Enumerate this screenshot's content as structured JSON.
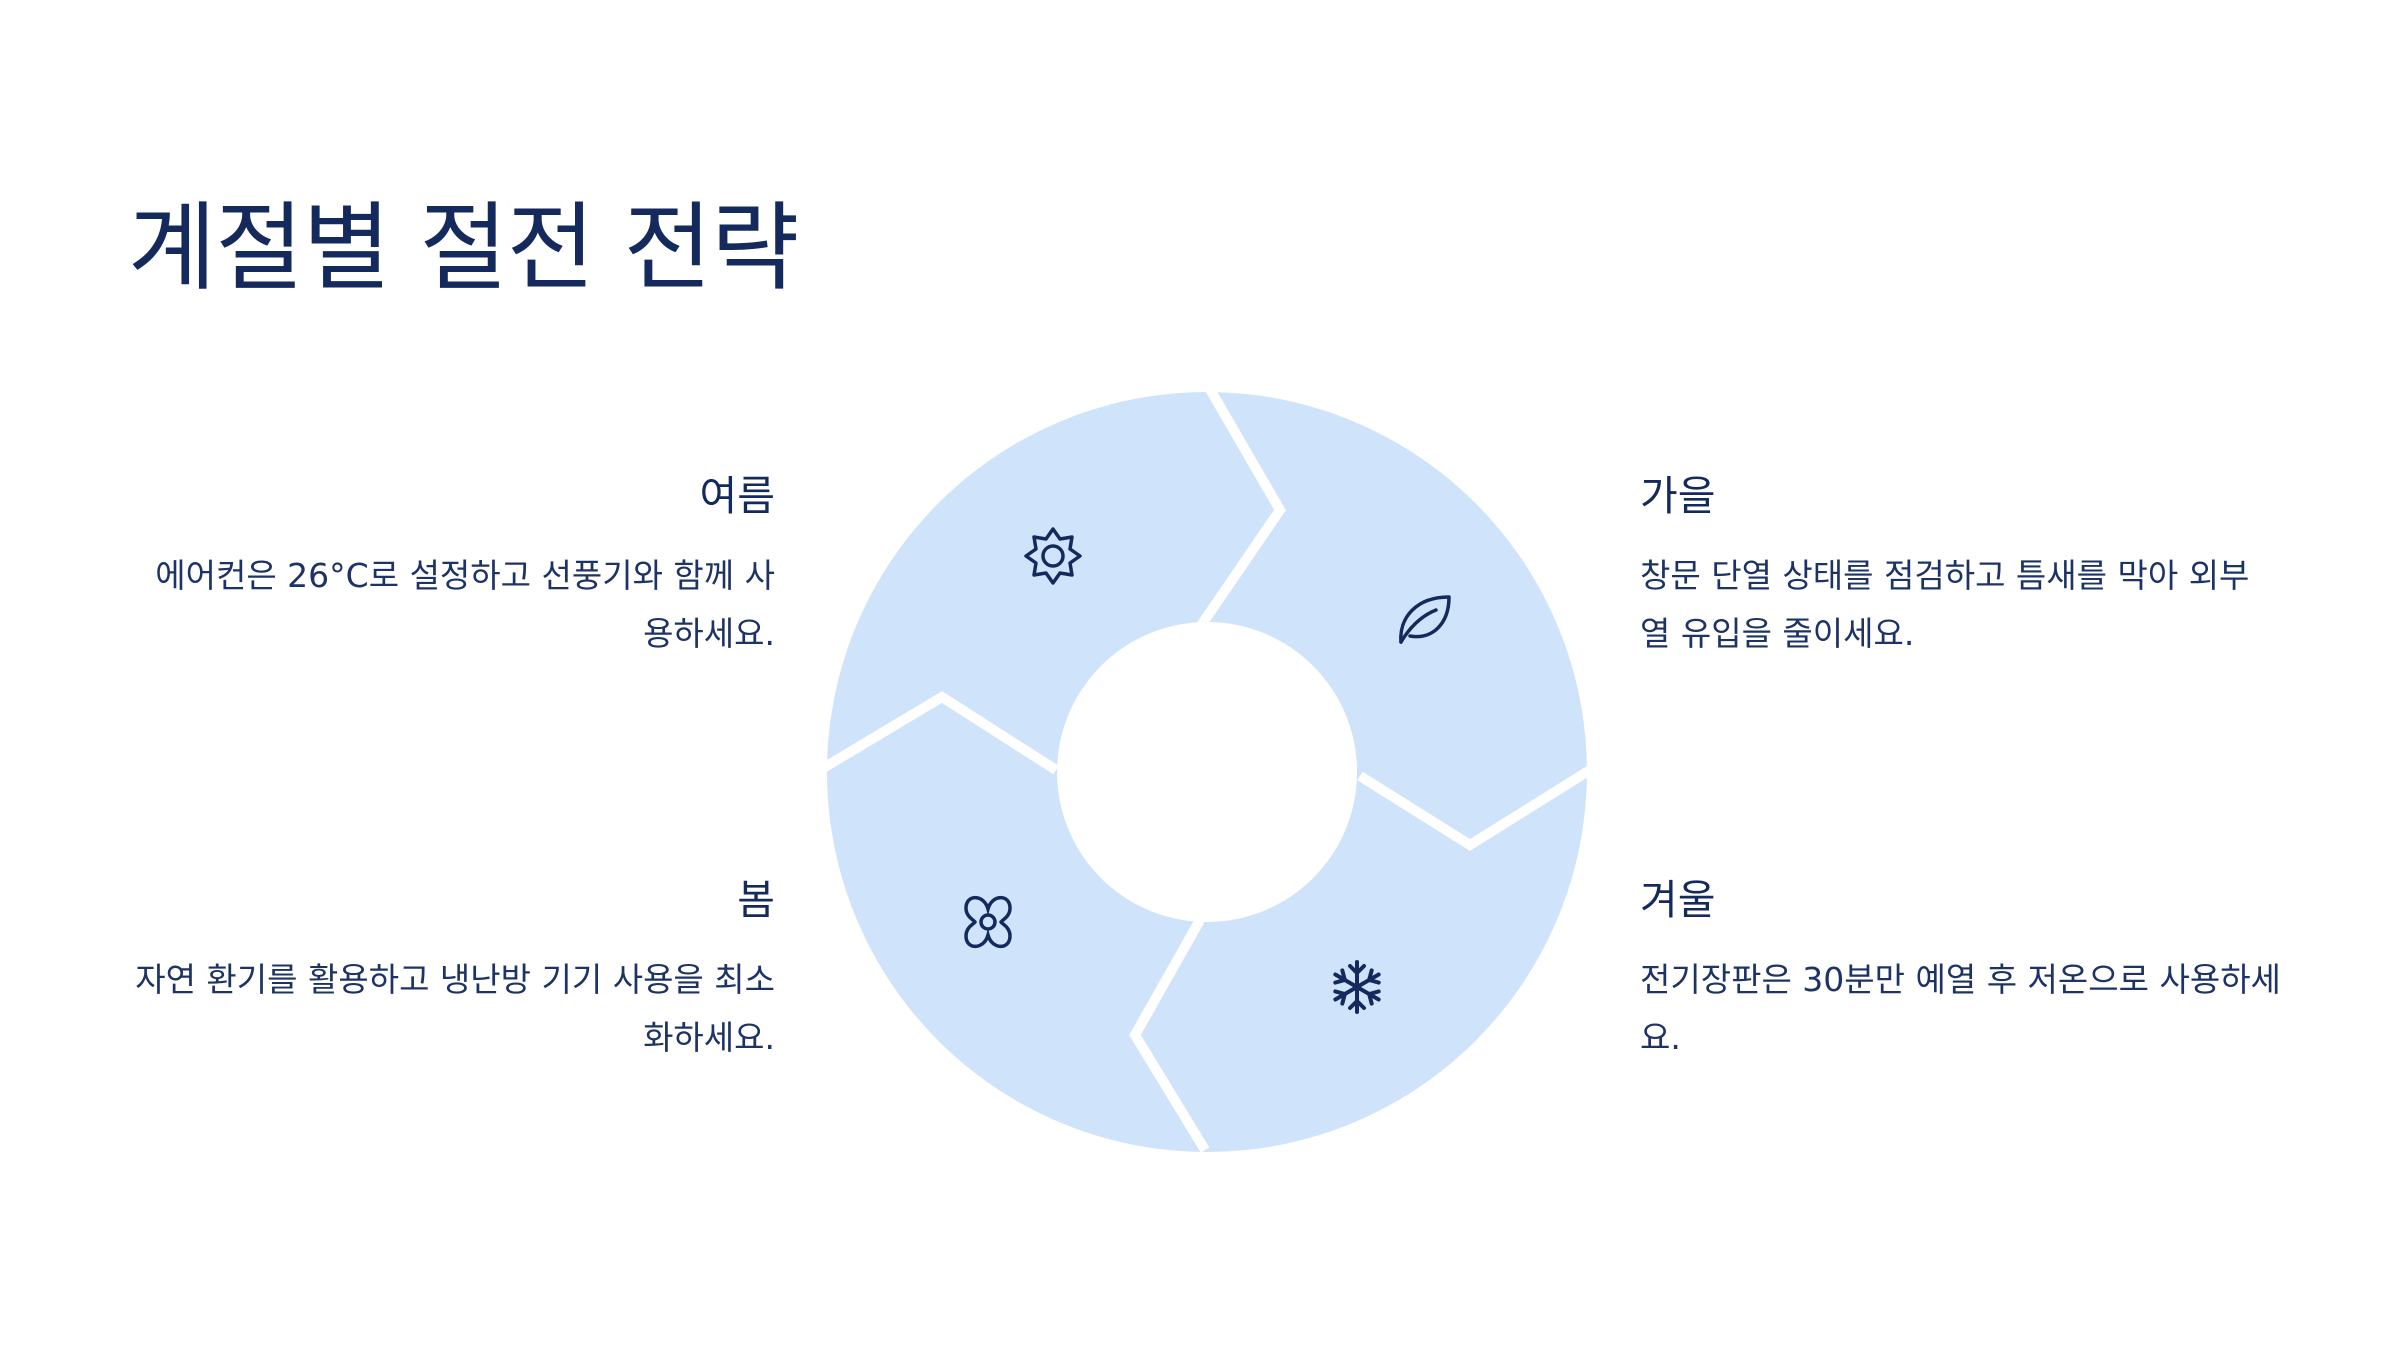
{
  "title": "계절별 절전 전략",
  "colors": {
    "segment_fill": "#cfe4fb",
    "text_primary": "#142a5c",
    "icon_stroke": "#142a5c",
    "background": "#ffffff"
  },
  "seasons": {
    "summer": {
      "title": "여름",
      "description": "에어컨은 26°C로 설정하고 선풍기와 함께 사용하세요.",
      "icon": "sun-icon"
    },
    "autumn": {
      "title": "가을",
      "description": "창문 단열 상태를 점검하고 틈새를 막아 외부 열 유입을 줄이세요.",
      "icon": "leaf-icon"
    },
    "spring": {
      "title": "봄",
      "description": "자연 환기를 활용하고 냉난방 기기 사용을 최소화하세요.",
      "icon": "flower-icon"
    },
    "winter": {
      "title": "겨울",
      "description": "전기장판은 30분만 예열 후 저온으로 사용하세요.",
      "icon": "snowflake-icon"
    }
  }
}
